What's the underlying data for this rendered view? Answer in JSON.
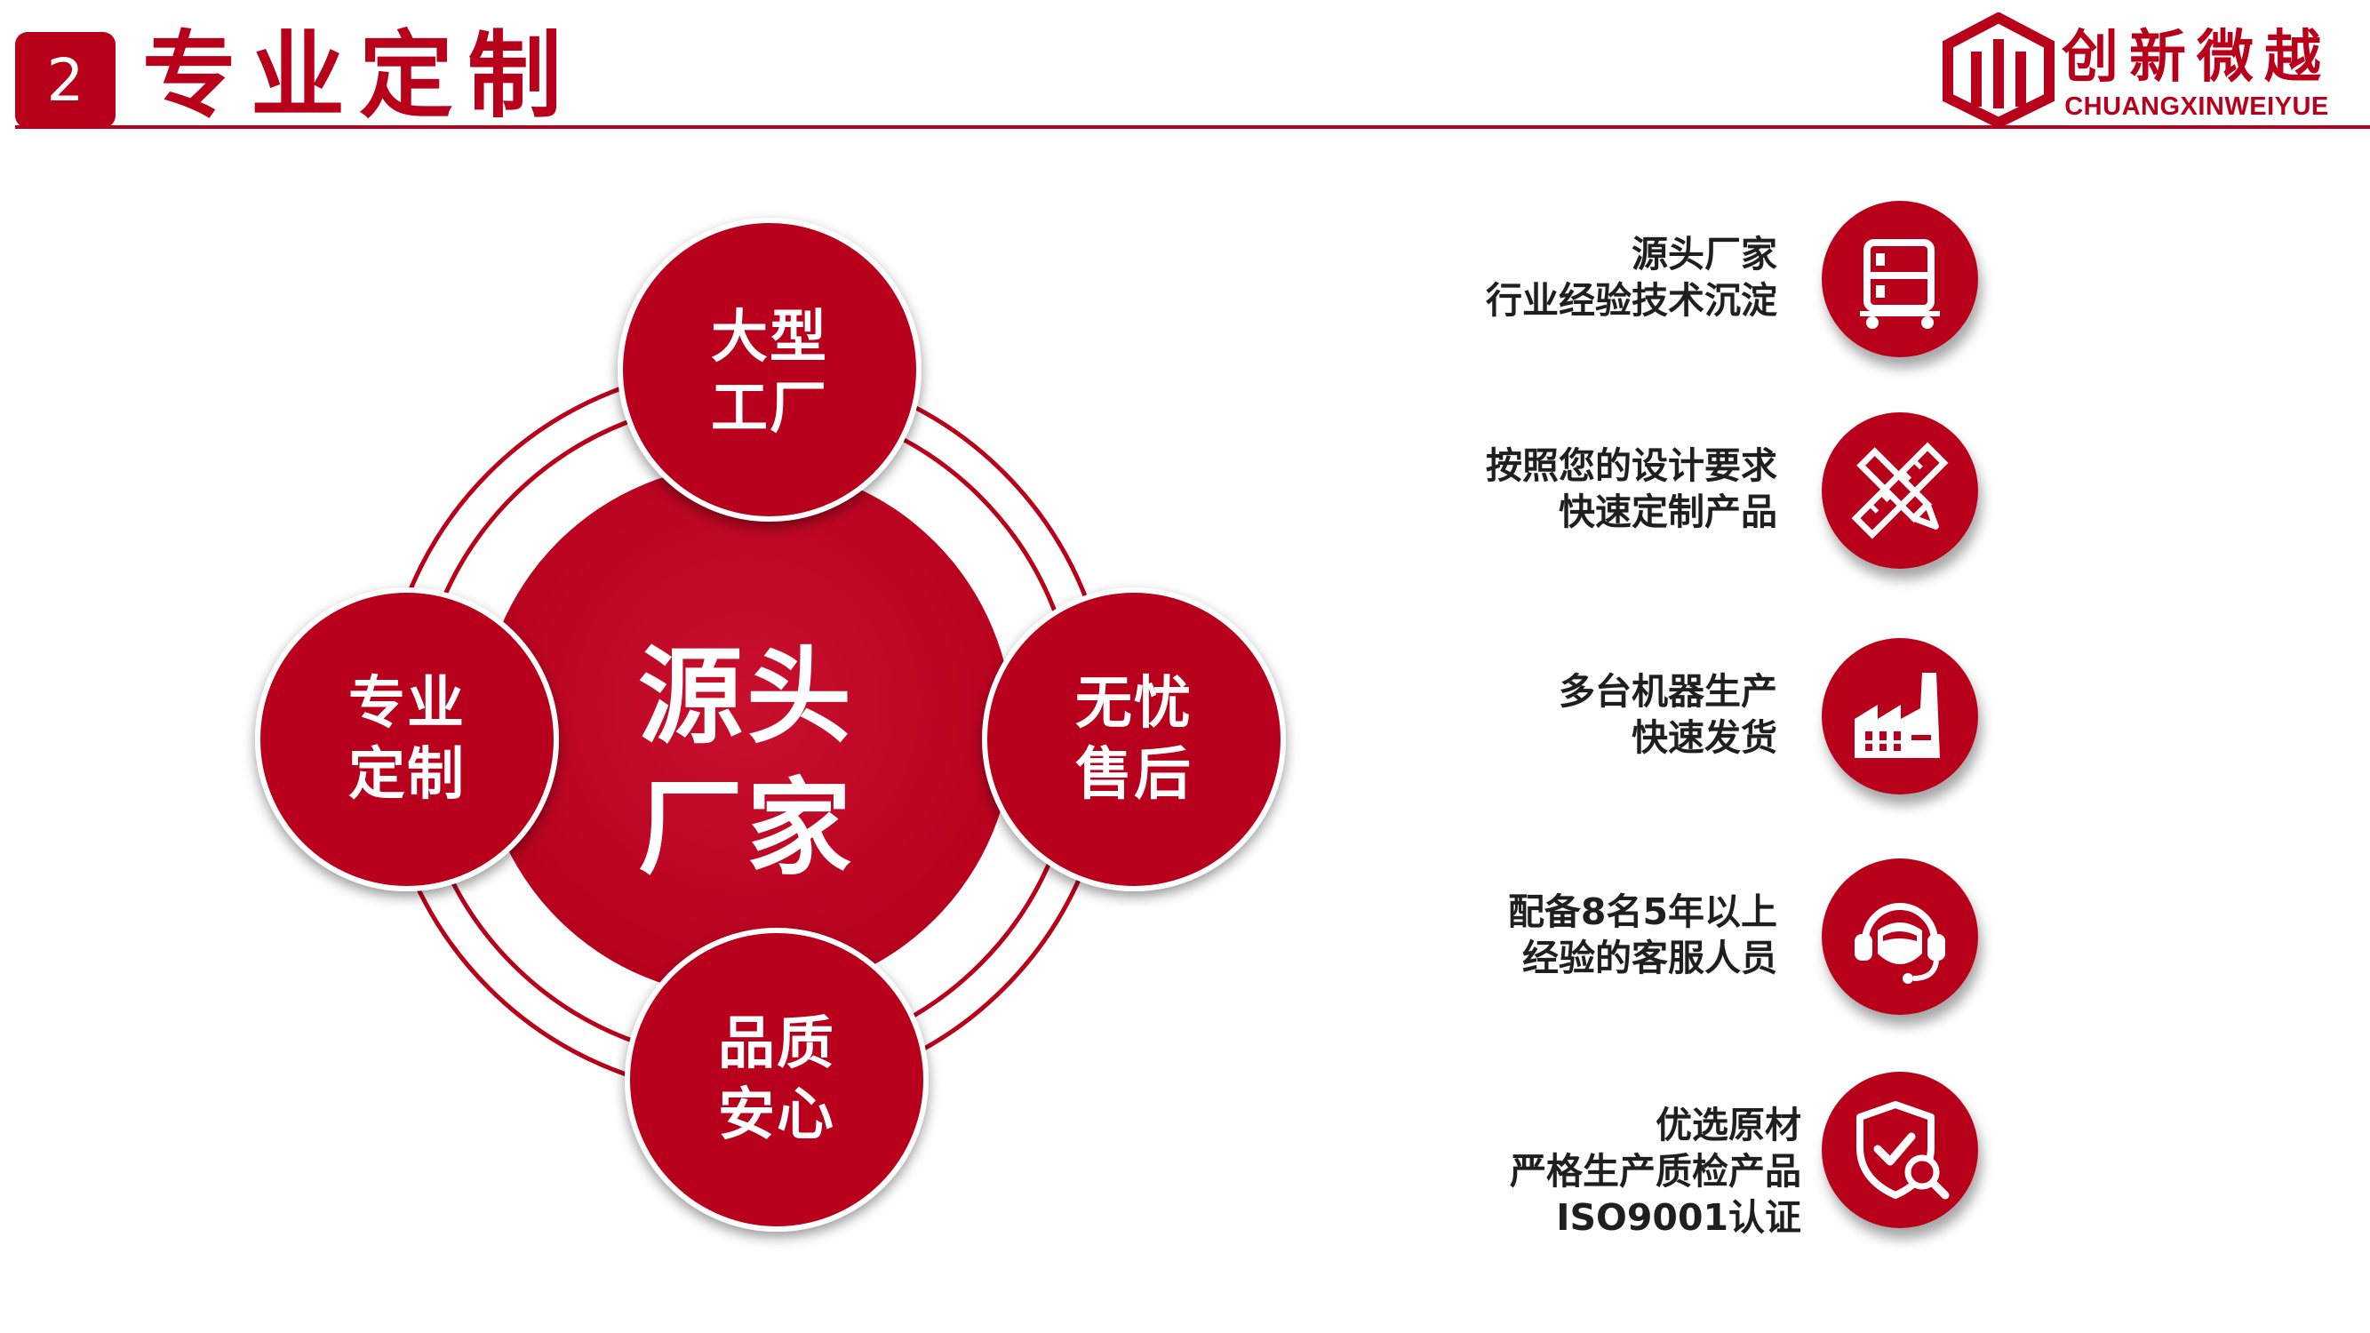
{
  "header": {
    "number": "2",
    "title": "专业定制",
    "logo_cn": "创新微越",
    "logo_en": "CHUANGXINWEIYUE"
  },
  "diagram": {
    "center": {
      "line1": "源头",
      "line2": "厂家"
    },
    "nodes": {
      "top": {
        "line1": "大型",
        "line2": "工厂"
      },
      "left": {
        "line1": "专业",
        "line2": "定制"
      },
      "right": {
        "line1": "无忧",
        "line2": "售后"
      },
      "bottom": {
        "line1": "品质",
        "line2": "安心"
      }
    }
  },
  "features": [
    {
      "lines": [
        "源头厂家",
        "行业经验技术沉淀"
      ],
      "icon": "server-cart-icon"
    },
    {
      "lines": [
        "按照您的设计要求",
        "快速定制产品"
      ],
      "icon": "ruler-pencil-icon"
    },
    {
      "lines": [
        "多台机器生产",
        "快速发货"
      ],
      "icon": "factory-icon"
    },
    {
      "lines": [
        "配备8名5年以上",
        "经验的客服人员"
      ],
      "icon": "headset-agent-icon"
    },
    {
      "lines": [
        "优选原材",
        "严格生产质检产品",
        "ISO9001认证"
      ],
      "icon": "shield-search-icon"
    }
  ],
  "colors": {
    "brand_red": "#b8001a",
    "text_dark": "#1f1f1f",
    "background": "#ffffff"
  }
}
